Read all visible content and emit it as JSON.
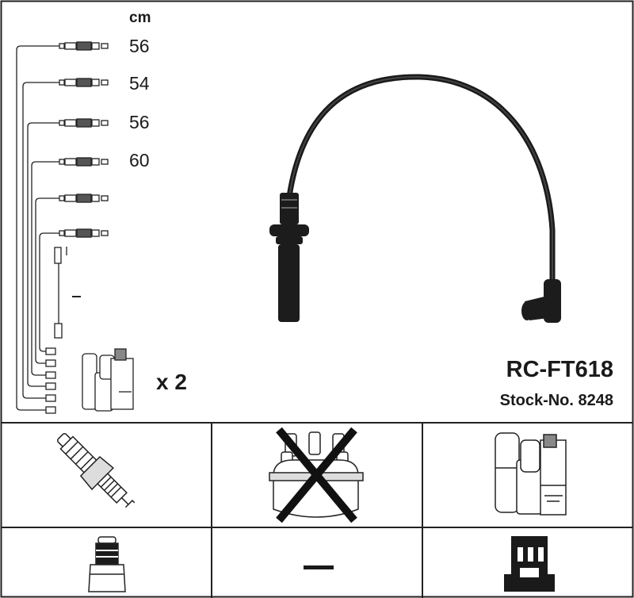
{
  "header": {
    "unit": "cm"
  },
  "lengths": [
    "56",
    "54",
    "56",
    "60"
  ],
  "quantity": "x 2",
  "product": {
    "code": "RC-FT618",
    "stock": "Stock-No. 8248"
  },
  "legend": {
    "spark_plug": "included",
    "distributor_cap": "not-included",
    "ignition_coil": "included",
    "plug_boot": "straight",
    "connector_type": "dash-none",
    "coil_terminal": "castellated"
  },
  "icons": [
    "spark-plug-icon",
    "distributor-cap-crossed-icon",
    "ignition-coil-icon",
    "spark-plug-boot-icon",
    "dash-icon",
    "coil-terminal-icon"
  ],
  "colors": {
    "ink": "#1a1a1a",
    "paper": "#ffffff"
  }
}
